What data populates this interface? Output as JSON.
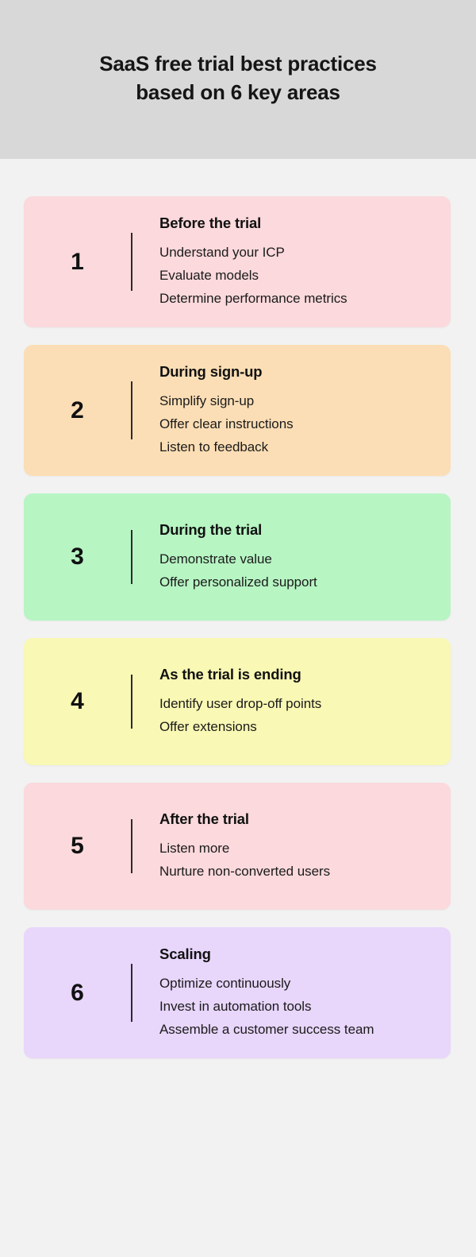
{
  "header": {
    "title_line1": "SaaS free trial best practices",
    "title_line2": "based on 6 key areas",
    "background_color": "#d8d8d8",
    "edge": "zigzag-torn-edge"
  },
  "page": {
    "background_color": "#f2f2f2",
    "text_color": "#111111"
  },
  "cards": [
    {
      "number": "1",
      "heading": "Before the trial",
      "lines": [
        "Understand your ICP",
        "Evaluate models",
        "Determine performance metrics"
      ],
      "color": "#fbd9dc"
    },
    {
      "number": "2",
      "heading": "During sign-up",
      "lines": [
        "Simplify sign-up",
        "Offer clear instructions",
        "Listen to feedback"
      ],
      "color": "#fbdeb5"
    },
    {
      "number": "3",
      "heading": "During the trial",
      "lines": [
        "Demonstrate value",
        "Offer personalized support"
      ],
      "color": "#b7f5c3"
    },
    {
      "number": "4",
      "heading": "As the trial is ending",
      "lines": [
        "Identify user drop-off points",
        "Offer extensions"
      ],
      "color": "#f9f8b4"
    },
    {
      "number": "5",
      "heading": "After the trial",
      "lines": [
        "Listen more",
        "Nurture non-converted users"
      ],
      "color": "#fbd9dc"
    },
    {
      "number": "6",
      "heading": "Scaling",
      "lines": [
        "Optimize continuously",
        "Invest in automation tools",
        "Assemble a customer success team"
      ],
      "color": "#e8d6fb"
    }
  ]
}
